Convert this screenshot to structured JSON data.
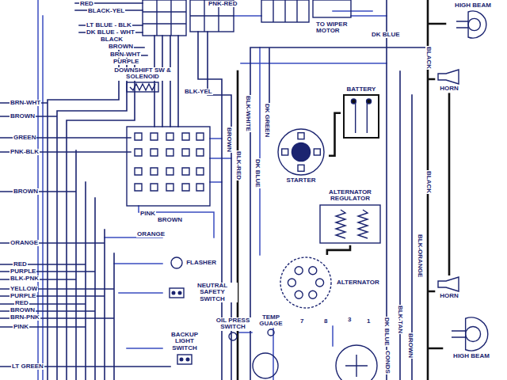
{
  "diagram": {
    "nodes": [
      {
        "text": [
          "HIGH BEAM"
        ]
      },
      {
        "text": [
          "HORN"
        ]
      },
      {
        "text": [
          "DOWNSHIFT SW & SOLENOID"
        ]
      },
      {
        "text": [
          "BATTERY"
        ]
      },
      {
        "text": [
          "STARTER"
        ]
      },
      {
        "text": [
          "ALTERNATOR REGULATOR"
        ]
      },
      {
        "text": [
          "FLASHER"
        ]
      },
      {
        "text": [
          "ALTERNATOR"
        ]
      },
      {
        "text": [
          "NEUTRAL SAFETY SWITCH"
        ]
      },
      {
        "text": [
          "HORN"
        ]
      },
      {
        "text": [
          "TEMP GUAGE"
        ]
      },
      {
        "text": [
          "OIL PRESS SWITCH"
        ]
      },
      {
        "text": [
          "BACKUP LIGHT SWITCH"
        ]
      },
      {
        "text": [
          "HIGH BEAM"
        ]
      }
    ],
    "edges": [
      {
        "from": 3,
        "to": 4,
        "arrow": "none"
      },
      {
        "from": 5,
        "to": 7,
        "arrow": "none"
      },
      {
        "from": 1,
        "to": 9,
        "arrow": "none"
      }
    ],
    "labels": [
      "RED",
      "BLACK-YEL",
      "PNK-RED",
      "TO WIPER MOTOR",
      "DK BLUE",
      "LT BLUE - BLK",
      "DK BLUE - WHT",
      "BLACK",
      "BROWN",
      "BRN-WHT",
      "PURPLE",
      "BLACK",
      "BLK-YEL",
      "BRN-WHT",
      "BROWN",
      "GREEN",
      "PNK-BLK",
      "BLK-WHITE",
      "DK GREEN",
      "BROWN",
      "BLK-RED",
      "DK BLUE",
      "BROWN",
      "PINK",
      "BROWN",
      "ORANGE",
      "ORANGE",
      "RED",
      "PURPLE",
      "BLK-PNK",
      "YELLOW",
      "PURPLE",
      "RED",
      "BROWN",
      "BRN-PNK",
      "PINK",
      "BLACK",
      "LT GREEN",
      "7",
      "8",
      "3",
      "1",
      "BLK-ORANGE",
      "DK BLUE",
      "BLK-TAN",
      "BROWN",
      "CONDS"
    ]
  }
}
